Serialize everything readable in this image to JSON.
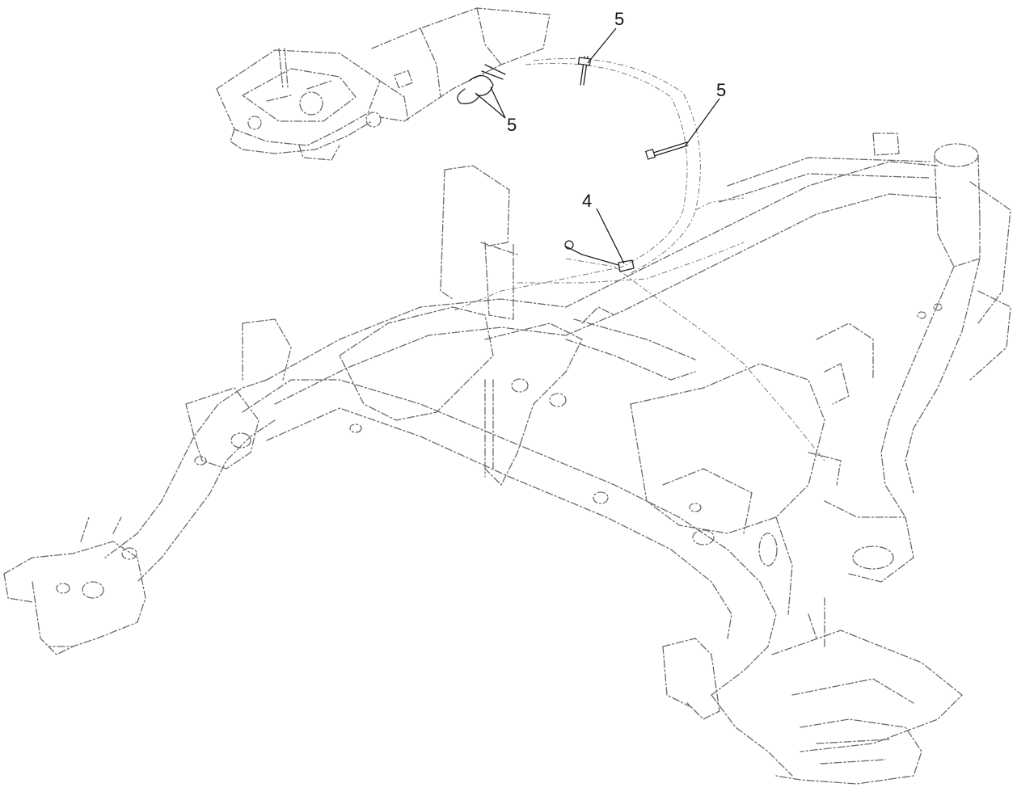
{
  "callouts": [
    {
      "id": "cable-tie-top",
      "label": "5"
    },
    {
      "id": "cable-tie-right",
      "label": "5"
    },
    {
      "id": "cable-tie-pair",
      "label": "5"
    },
    {
      "id": "wire-harness",
      "label": "4"
    }
  ],
  "style": {
    "ghost_color": "#6a6a6a",
    "highlight_color": "#222222",
    "background": "#ffffff"
  }
}
